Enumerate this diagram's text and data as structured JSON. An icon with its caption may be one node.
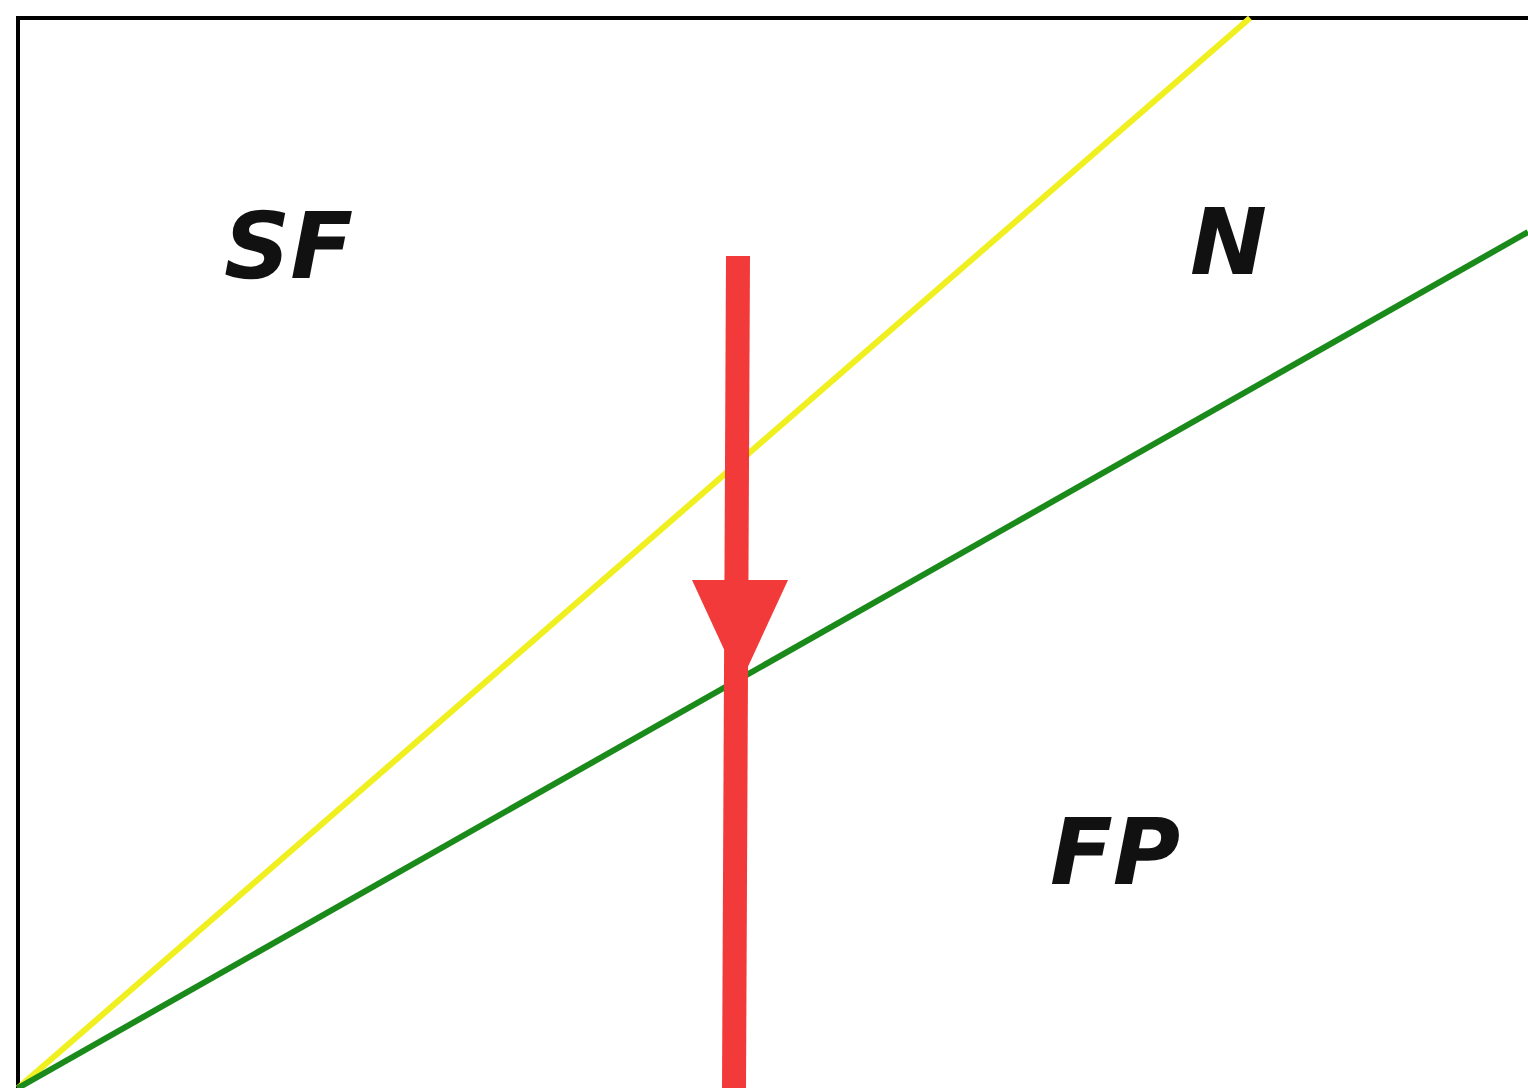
{
  "diagram": {
    "labels": [
      "SF",
      "N",
      "FP"
    ]
  }
}
